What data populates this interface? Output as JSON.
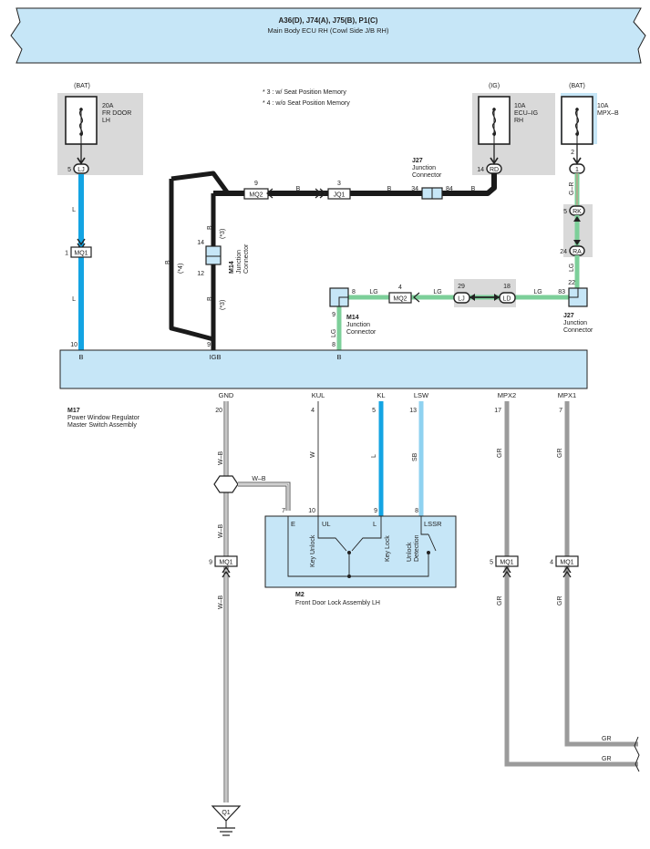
{
  "header": {
    "connectors": "A36(D), J74(A), J75(B), P1(C)",
    "subtitle": "Main Body ECU RH (Cowl Side J/B RH)"
  },
  "notes": [
    "* 3 : w/ Seat Position Memory",
    "* 4 : w/o Seat Position Memory"
  ],
  "colors": {
    "bg_panel": "#c6e6f7",
    "fuse_bg": "#d9d9d9",
    "wire_black": "#1a1a1a",
    "wire_blue": "#13a4e3",
    "wire_light_green": "#7ccf99",
    "wire_gray": "#9b9b9b",
    "wire_sky": "#8fd2f0"
  },
  "fuses": {
    "fr_door": {
      "power": "(BAT)",
      "amp": "20A",
      "l1": "FR DOOR",
      "l2": "LH",
      "pin": "5",
      "conn": "LJ"
    },
    "ecu_ig": {
      "power": "(IG)",
      "amp": "10A",
      "l1": "ECU–IG",
      "l2": "RH",
      "pin": "14",
      "conn": "RD"
    },
    "mpx_b": {
      "power": "(BAT)",
      "amp": "10A",
      "l1": "MPX–B",
      "pin_top": "2",
      "pin": "1"
    }
  },
  "connectors": {
    "mq1_top": {
      "pin": "1",
      "label": "MQ1"
    },
    "mq2": {
      "pin": "9",
      "label": "MQ2"
    },
    "jq1": {
      "pin": "3",
      "label": "JQ1"
    },
    "j27_top": {
      "name": "J27",
      "l1": "Junction",
      "l2": "Connector",
      "pin_left": "34",
      "pin_right": "84"
    },
    "m14_vert": {
      "name": "M14",
      "l1": "Junction",
      "l2": "Connector",
      "pin_top": "14",
      "pin_bottom": "12"
    },
    "m14_low": {
      "name": "M14",
      "l1": "Junction",
      "l2": "Connector",
      "pin_right": "8",
      "pin_bottom": "9",
      "pin_below": "8"
    },
    "mq2_low": {
      "pin": "4",
      "label": "MQ2"
    },
    "lj_low": {
      "pin": "29",
      "label": "LJ"
    },
    "ld_low": {
      "pin": "18",
      "label": "LD"
    },
    "j27_low": {
      "name": "J27",
      "l1": "Junction",
      "l2": "Connector",
      "pin_left": "83",
      "pin_top": "22"
    },
    "rk": {
      "pin": "5",
      "label": "RK"
    },
    "ra": {
      "pin": "24",
      "label": "RA"
    },
    "mq1_w": {
      "pin": "9",
      "label": "MQ1"
    },
    "mq1_mpx2": {
      "pin": "5",
      "label": "MQ1"
    },
    "mq1_mpx1": {
      "pin": "4",
      "label": "MQ1"
    }
  },
  "wires": {
    "B": "B",
    "L": "L",
    "LG": "LG",
    "GR": "GR",
    "GR_stripe": "G–R",
    "W": "W",
    "WB": "W–B",
    "SB": "SB",
    "note3": "(*3)",
    "note4": "(*4)"
  },
  "m17": {
    "id": "M17",
    "name1": "Power Window Regulator",
    "name2": "Master Switch Assembly",
    "top_pins": {
      "b_left": "10",
      "igb": "9",
      "b_right": "8"
    },
    "top_terms": {
      "b_left": "B",
      "igb": "IGB",
      "b_right": "B"
    },
    "bottom_terms": [
      "GND",
      "KUL",
      "KL",
      "LSW",
      "MPX2",
      "MPX1"
    ],
    "bottom_pins": [
      "20",
      "4",
      "5",
      "13",
      "17",
      "7"
    ]
  },
  "m2": {
    "id": "M2",
    "name": "Front Door Lock Assembly LH",
    "pins": [
      "7",
      "10",
      "9",
      "8"
    ],
    "terms": [
      "E",
      "UL",
      "L",
      "LSSR"
    ],
    "switches": [
      "Key Unlock",
      "Key Lock"
    ],
    "detect1": "Unlock",
    "detect2": "Detection"
  },
  "ground": {
    "label": "Q1"
  }
}
